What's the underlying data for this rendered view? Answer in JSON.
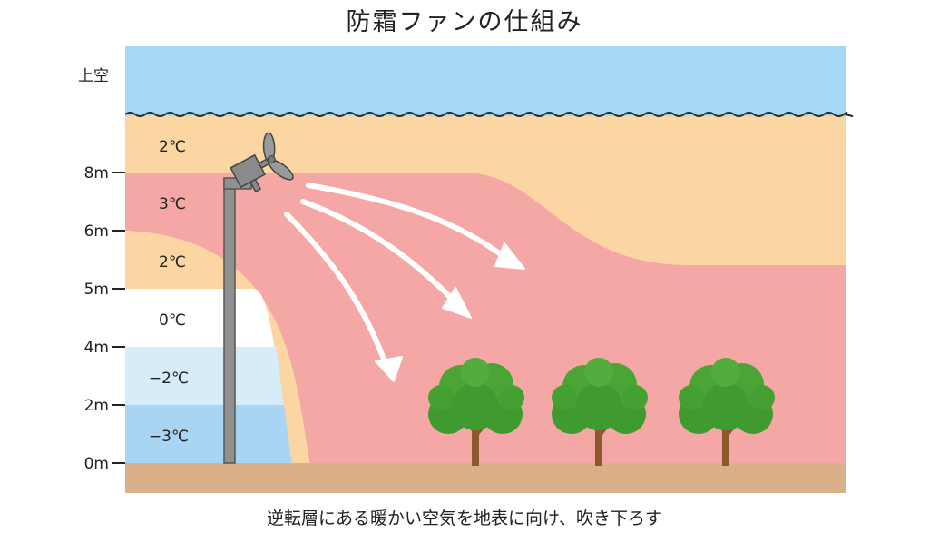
{
  "title": "防霜ファンの仕組み",
  "caption": "逆転層にある暖かい空気を地表に向け、吹き下ろす",
  "sky_label": "上空",
  "height_ticks": [
    "8m",
    "6m",
    "5m",
    "4m",
    "2m",
    "0m"
  ],
  "layer_temps": [
    "2℃",
    "3℃",
    "2℃",
    "0℃",
    "−2℃",
    "−3℃"
  ],
  "colors": {
    "sky": "#a6d8f4",
    "warm_2c": "#fbd5a2",
    "warm_3c": "#f4a7a4",
    "cold_0c": "#ffffff",
    "cold_minus2c": "#d6ecf9",
    "cold_minus3c": "#a8d6f2",
    "ground": "#d9b08a",
    "pole": "#909090",
    "tree_leaves": "#3f9a2f",
    "tree_trunk": "#8b5a2b"
  },
  "icons": [
    "fan-icon",
    "tree-icon",
    "airflow-arrow-icon"
  ]
}
